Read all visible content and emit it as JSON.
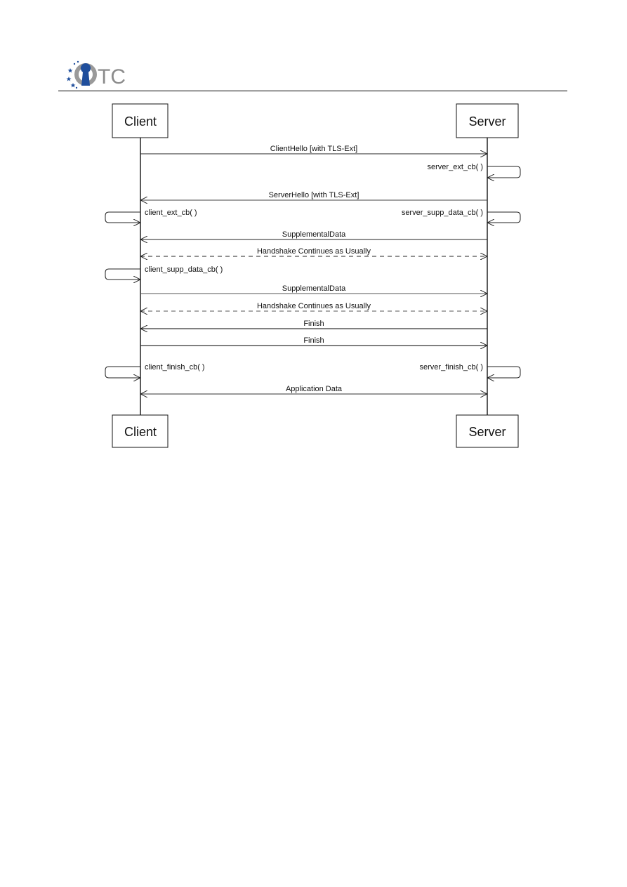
{
  "header": {
    "logo": {
      "text": "TC",
      "icon": "keyhole-stars-logo-icon",
      "colors": {
        "keyhole": "#1f4e9c",
        "stars": "#1f4e9c",
        "ring": "#9a9a9a",
        "text": "#8c8c8c"
      }
    }
  },
  "diagram": {
    "type": "sequence",
    "participants": [
      {
        "id": "client",
        "label": "Client"
      },
      {
        "id": "server",
        "label": "Server"
      }
    ],
    "messages": [
      {
        "kind": "message",
        "from": "client",
        "to": "server",
        "label": "ClientHello [with TLS-Ext]",
        "style": "solid"
      },
      {
        "kind": "self",
        "on": "server",
        "label": "server_ext_cb( )"
      },
      {
        "kind": "message",
        "from": "server",
        "to": "client",
        "label": "ServerHello [with TLS-Ext]",
        "style": "solid"
      },
      {
        "kind": "self-pair",
        "client_label": "client_ext_cb( )",
        "server_label": "server_supp_data_cb( )"
      },
      {
        "kind": "message",
        "from": "server",
        "to": "client",
        "label": "SupplementalData",
        "style": "solid"
      },
      {
        "kind": "message",
        "from": "both",
        "to": "both",
        "label": "Handshake Continues as Usually",
        "style": "dashed"
      },
      {
        "kind": "self",
        "on": "client",
        "label": "client_supp_data_cb( )"
      },
      {
        "kind": "message",
        "from": "client",
        "to": "server",
        "label": "SupplementalData",
        "style": "solid"
      },
      {
        "kind": "message",
        "from": "both",
        "to": "both",
        "label": "Handshake Continues as Usually",
        "style": "dashed"
      },
      {
        "kind": "message",
        "from": "server",
        "to": "client",
        "label": "Finish",
        "style": "solid"
      },
      {
        "kind": "message",
        "from": "client",
        "to": "server",
        "label": "Finish",
        "style": "solid"
      },
      {
        "kind": "self-pair",
        "client_label": "client_finish_cb( )",
        "server_label": "server_finish_cb( )"
      },
      {
        "kind": "message",
        "from": "both",
        "to": "both",
        "label": "Application Data",
        "style": "solid"
      }
    ]
  }
}
